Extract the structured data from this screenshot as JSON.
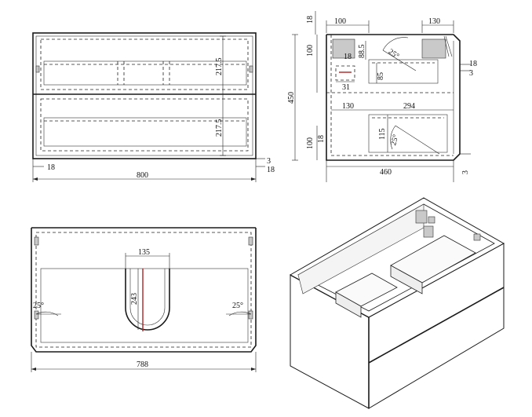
{
  "front_view": {
    "dims": {
      "top_drawer_height": "217.5",
      "bottom_drawer_height": "217.5",
      "side_offset": "18",
      "total_width": "800",
      "bottom_gap": "3",
      "bottom_offset": "18"
    }
  },
  "side_view": {
    "dims": {
      "left_top": "18",
      "top_width": "100",
      "top_right": "130",
      "left_height": "100",
      "mid_88": "88.5",
      "angle_top": "25°",
      "small_18": "18",
      "right_18": "18",
      "right_3": "3",
      "height_85": "85",
      "small_31": "31",
      "total_height": "450",
      "lower_130": "130",
      "lower_294": "294",
      "lower_115": "115",
      "angle_bottom": "25°",
      "lower_left_100": "100",
      "lower_left_18": "18",
      "total_depth": "460",
      "bottom_3": "3"
    }
  },
  "top_view": {
    "dims": {
      "cutout_width": "135",
      "cutout_depth": "243",
      "angle_left": "25°",
      "angle_right": "25°",
      "inner_width": "788"
    }
  }
}
